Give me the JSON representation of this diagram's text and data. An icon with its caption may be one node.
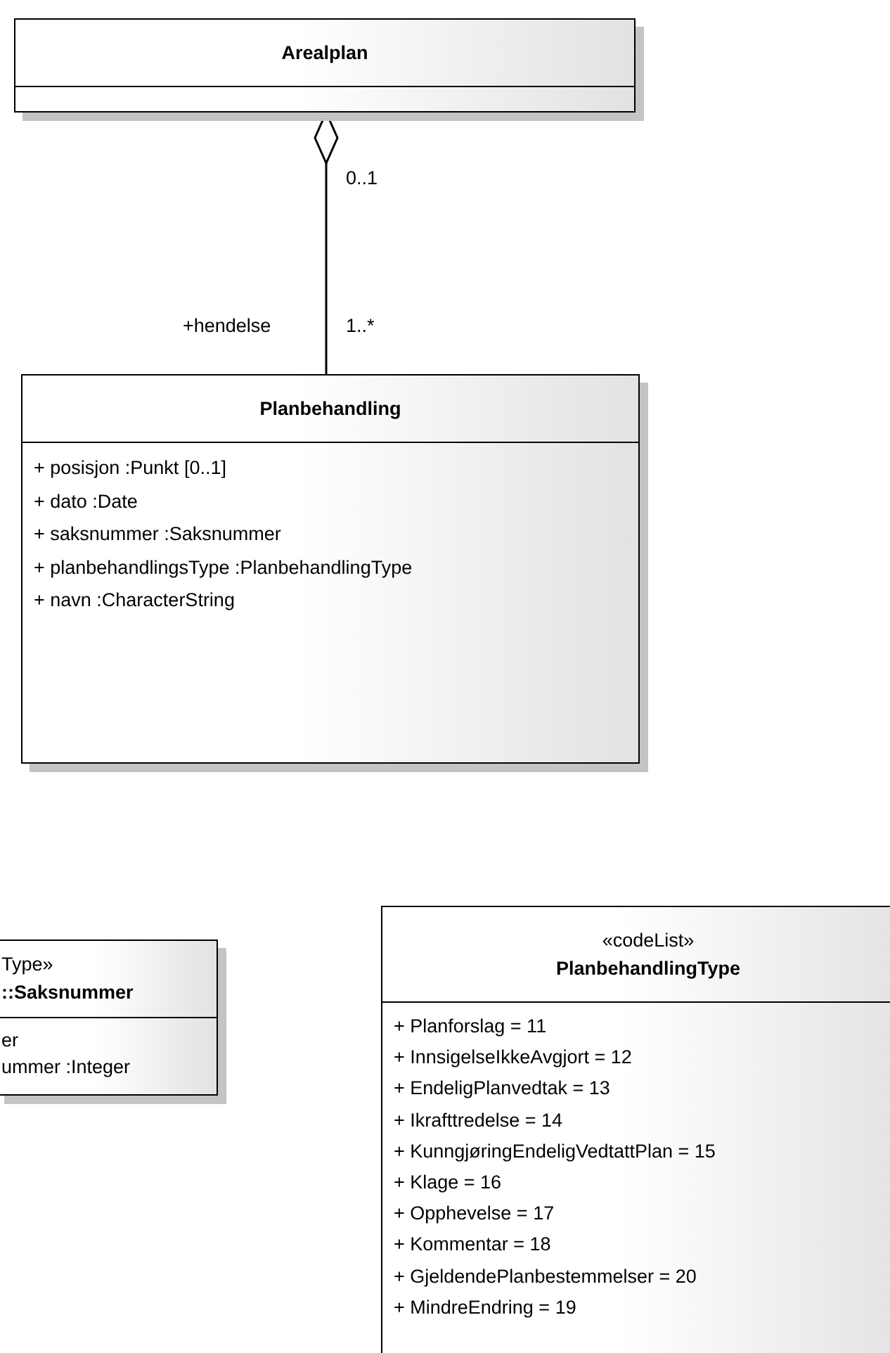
{
  "diagram": {
    "nodes": [
      {
        "text": [
          "Arealplan"
        ]
      },
      {
        "text": [
          "Planbehandling",
          "+ posisjon :Punkt [0..1]",
          "+ dato :Date",
          "+ saksnummer :Saksnummer",
          "+ planbehandlingsType :PlanbehandlingType",
          "+ navn :CharacterString"
        ]
      },
      {
        "text": [
          "Type»",
          "::Saksnummer",
          "er",
          "ummer :Integer"
        ]
      },
      {
        "text": [
          "«codeList»",
          "PlanbehandlingType",
          "+ Planforslag = 11",
          "+ InnsigelseIkkeAvgjort = 12",
          "+ EndeligPlanvedtak = 13",
          "+ Ikrafttredelse = 14",
          "+ KunngjøringEndeligVedtattPlan = 15",
          "+ Klage = 16",
          "+ Opphevelse = 17",
          "+ Kommentar = 18",
          "+ GjeldendePlanbestemmelser = 20",
          "+ MindreEndring = 19"
        ]
      }
    ],
    "edges": [
      {
        "from": 1,
        "to": 0,
        "arrow": "other"
      }
    ],
    "labels": [
      "0..1",
      "+hendelse",
      "1..*"
    ]
  }
}
